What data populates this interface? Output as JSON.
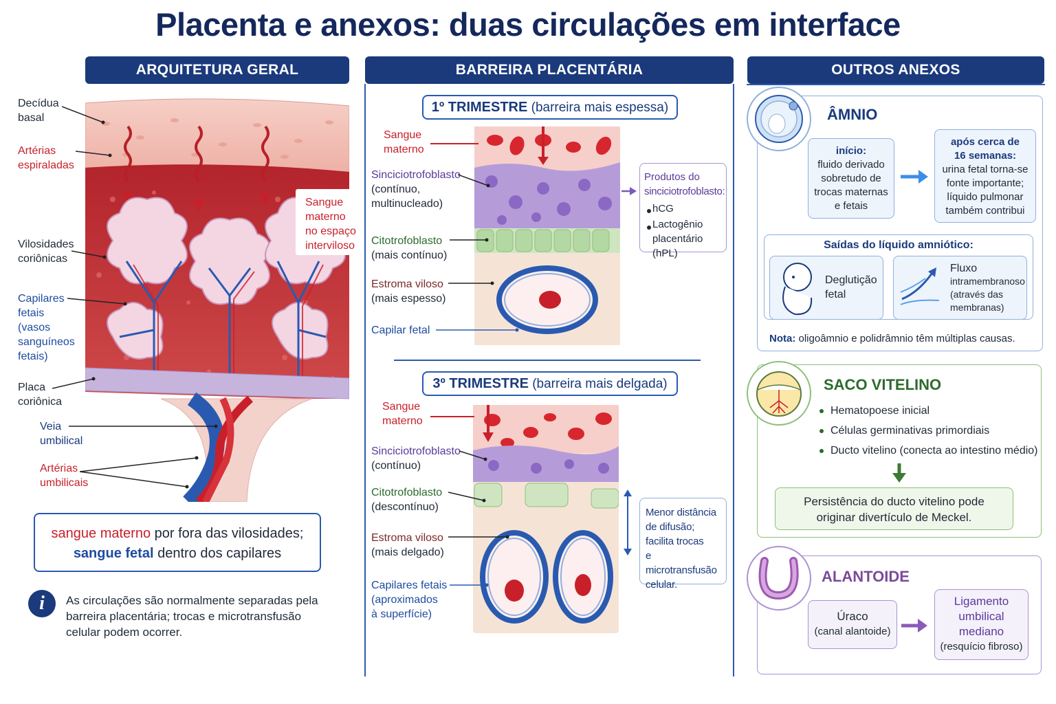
{
  "title": "Placenta e anexos: duas circulações em interface",
  "columns": {
    "left": "ARQUITETURA GERAL",
    "middle": "BARREIRA PLACENTÁRIA",
    "right": "OUTROS ANEXOS"
  },
  "left": {
    "labels": {
      "decidua": [
        "Decídua",
        "basal"
      ],
      "arterias_espiraladas": [
        "Artérias",
        "espiraladas"
      ],
      "vilosidades": [
        "Vilosidades",
        "coriônicas"
      ],
      "capilares": [
        "Capilares",
        "fetais",
        "(vasos",
        "sanguíneos",
        "fetais)"
      ],
      "placa": [
        "Placa",
        "coriônica"
      ],
      "veia": [
        "Veia",
        "umbilical"
      ],
      "arterias_umbilicais": [
        "Artérias",
        "umbilicais"
      ],
      "sangue_interviloso": [
        "Sangue",
        "materno",
        "no espaço",
        "interviloso"
      ]
    },
    "summary": {
      "maternal": "sangue materno",
      "maternal_rest": " por fora das vilosidades;",
      "fetal": "sangue fetal",
      "fetal_rest": " dentro dos capilares"
    },
    "info_icon": "i",
    "info": "As circulações são normalmente separadas pela barreira placentária; trocas e microtransfusão celular podem ocorrer."
  },
  "middle": {
    "t1": {
      "title": "1º TRIMESTRE",
      "subtitle": "(barreira mais espessa)",
      "sangue": [
        "Sangue",
        "materno"
      ],
      "sincicio": [
        "Sinciciotrofoblasto",
        "(contínuo,",
        "multinucleado)"
      ],
      "cito": [
        "Citotrofoblasto",
        "(mais contínuo)"
      ],
      "estroma": [
        "Estroma viloso",
        "(mais espesso)"
      ],
      "capilar": [
        "Capilar fetal"
      ],
      "produtos_title": [
        "Produtos do",
        "sinciciotrofoblasto:"
      ],
      "produtos": [
        "hCG",
        "Lactogênio placentário (hPL)"
      ]
    },
    "t3": {
      "title": "3º TRIMESTRE",
      "subtitle": "(barreira mais delgada)",
      "sangue": [
        "Sangue",
        "materno"
      ],
      "sincicio": [
        "Sinciciotrofoblasto",
        "(contínuo)"
      ],
      "cito": [
        "Citotrofoblasto",
        "(descontínuo)"
      ],
      "estroma": [
        "Estroma viloso",
        "(mais delgado)"
      ],
      "capilar": [
        "Capilares fetais",
        "(aproximados",
        "à superfície)"
      ],
      "note": [
        "Menor distância",
        "de difusão;",
        "facilita trocas",
        "e microtransfusão",
        "celular."
      ]
    }
  },
  "right": {
    "amnio": {
      "title": "ÂMNIO",
      "inicio_title": "início:",
      "inicio_text": [
        "fluido derivado",
        "sobretudo de",
        "trocas maternas",
        "e fetais"
      ],
      "apos_title": [
        "após cerca de",
        "16 semanas:"
      ],
      "apos_text": [
        "urina fetal torna-se",
        "fonte importante;",
        "líquido pulmonar",
        "também contribui"
      ],
      "saidas_title": "Saídas do líquido amniótico:",
      "degluticao": [
        "Deglutição",
        "fetal"
      ],
      "fluxo": [
        "Fluxo",
        "intramembranoso",
        "(através das",
        "membranas)"
      ],
      "nota_label": "Nota:",
      "nota_text": " oligoâmnio e polidrâmnio têm múltiplas causas."
    },
    "vitelino": {
      "title": "SACO VITELINO",
      "items": [
        "Hematopoese inicial",
        "Células germinativas primordiais",
        "Ducto vitelino (conecta ao intestino médio)"
      ],
      "persistencia": [
        "Persistência do ducto vitelino pode",
        "originar divertículo de Meckel."
      ]
    },
    "alantoide": {
      "title": "ALANTOIDE",
      "uraco": [
        "Úraco",
        "(canal alantoide)"
      ],
      "ligamento": [
        "Ligamento",
        "umbilical",
        "mediano",
        "(resquício fibroso)"
      ]
    }
  },
  "colors": {
    "navy": "#1a3a7c",
    "maternal_red": "#c8202a",
    "fetal_blue": "#1e4ba0",
    "syncytio_purple": "#9b7fcf",
    "cyto_green": "#a9d39a"
  }
}
